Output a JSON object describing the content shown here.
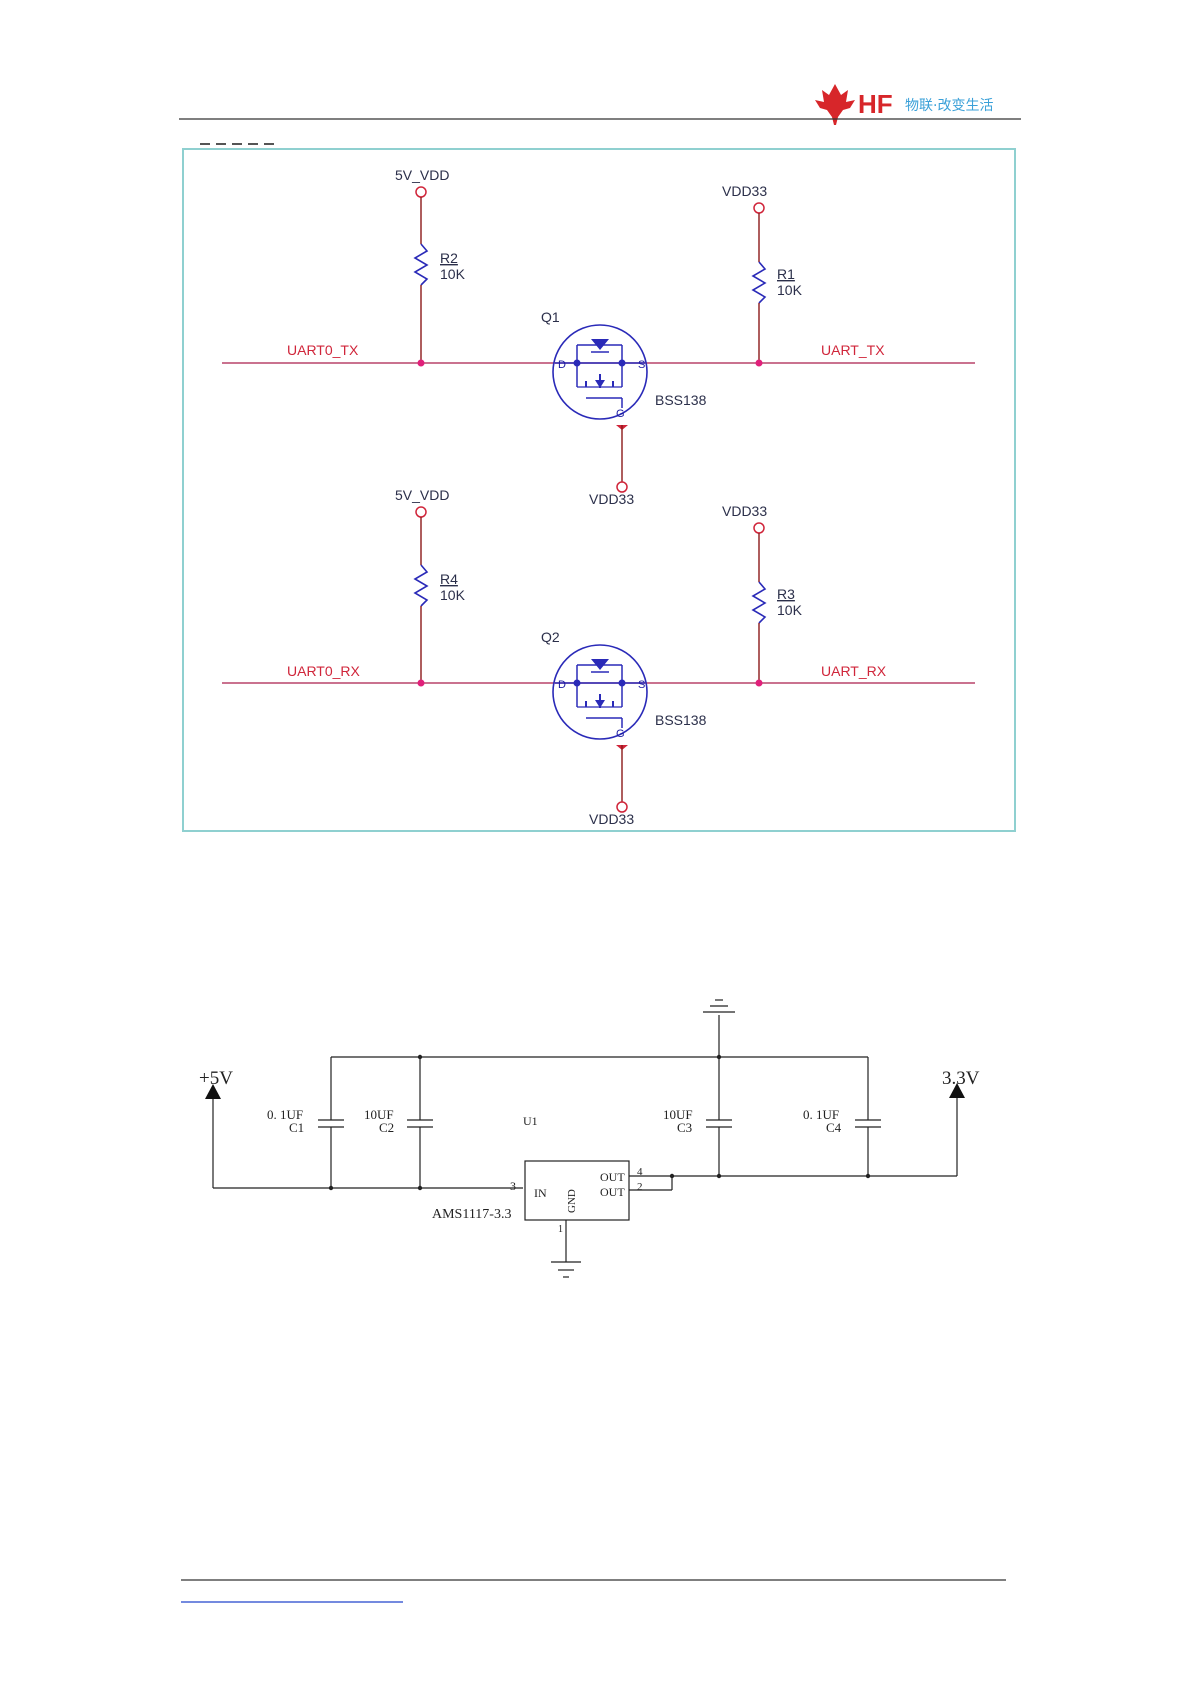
{
  "header": {
    "brand": "HF",
    "slogan": "物联·改变生活"
  },
  "level_shifter": {
    "tx": {
      "supply_left": "5V_VDD",
      "supply_right": "VDD33",
      "r_left_ref": "R2",
      "r_left_val": "10K",
      "r_right_ref": "R1",
      "r_right_val": "10K",
      "q_ref": "Q1",
      "q_part": "BSS138",
      "gate_supply": "VDD33",
      "net_left": "UART0_TX",
      "net_right": "UART_TX",
      "pin_d": "D",
      "pin_s": "S",
      "pin_g": "G"
    },
    "rx": {
      "supply_left": "5V_VDD",
      "supply_right": "VDD33",
      "r_left_ref": "R4",
      "r_left_val": "10K",
      "r_right_ref": "R3",
      "r_right_val": "10K",
      "q_ref": "Q2",
      "q_part": "BSS138",
      "gate_supply": "VDD33",
      "net_left": "UART0_RX",
      "net_right": "UART_RX",
      "pin_d": "D",
      "pin_s": "S",
      "pin_g": "G"
    }
  },
  "regulator": {
    "input_label": "+5V",
    "output_label": "3.3V",
    "ic_ref": "U1",
    "ic_part": "AMS1117-3.3",
    "pin_in": "IN",
    "pin_gnd": "GND",
    "pin_out1": "OUT",
    "pin_out2": "OUT",
    "pin_num_in": "3",
    "pin_num_out1": "4",
    "pin_num_out2": "2",
    "pin_num_gnd": "1",
    "caps": [
      {
        "ref": "C1",
        "value": "0. 1UF"
      },
      {
        "ref": "C2",
        "value": "10UF"
      },
      {
        "ref": "C3",
        "value": "10UF"
      },
      {
        "ref": "C4",
        "value": "0. 1UF"
      }
    ]
  },
  "colors": {
    "wire_signal": "#b8446a",
    "wire_supply": "#8b1a1a",
    "component": "#2a2ab8",
    "junction": "#e0207a",
    "frame": "#8fd0d0",
    "logo_red": "#d7262a",
    "slogan_blue": "#3aa0d8"
  }
}
